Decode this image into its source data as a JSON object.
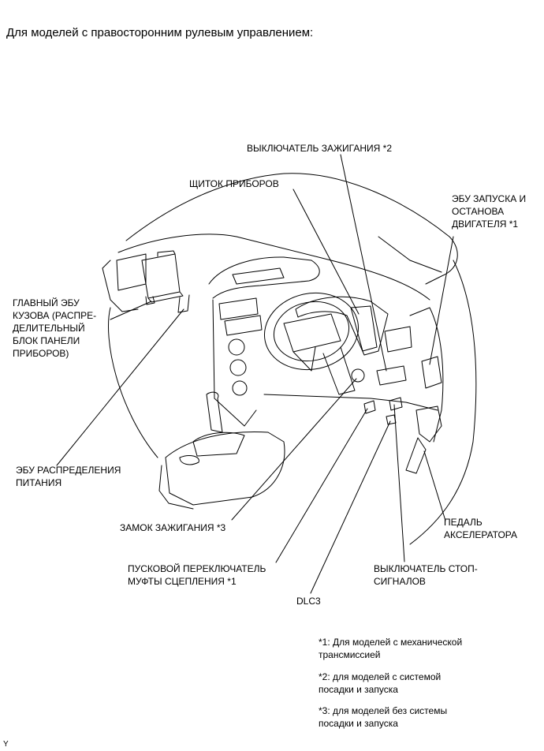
{
  "heading": "Для моделей с правосторонним рулевым управлением:",
  "labels": {
    "ignition_switch_2": "ВЫКЛЮЧАТЕЛЬ ЗАЖИГАНИЯ *2",
    "instrument_cluster": "ЩИТОК ПРИБОРОВ",
    "engine_start_stop_ecu": "ЭБУ ЗАПУСКА И\nОСТАНОВА\nДВИГАТЕЛЯ *1",
    "main_body_ecu": "ГЛАВНЫЙ ЭБУ\nКУЗОВА (РАСПРЕ-\nДЕЛИТЕЛЬНЫЙ\nБЛОК ПАНЕЛИ\nПРИБОРОВ)",
    "power_distribution_ecu": "ЭБУ РАСПРЕДЕЛЕНИЯ\nПИТАНИЯ",
    "ignition_lock": "ЗАМОК ЗАЖИГАНИЯ *3",
    "accelerator_pedal": "ПЕДАЛЬ\nАКСЕЛЕРАТОРА",
    "clutch_start_switch": "ПУСКОВОЙ ПЕРЕКЛЮЧАТЕЛЬ\nМУФТЫ СЦЕПЛЕНИЯ *1",
    "stop_lamp_switch": "ВЫКЛЮЧАТЕЛЬ СТОП-\nСИГНАЛОВ",
    "dlc3": "DLC3"
  },
  "notes": [
    "*1: Для моделей с механической\nтрансмиссией",
    "*2: для моделей с системой\nпосадки и запуска",
    "*3: для моделей без системы\nпосадки и запуска"
  ],
  "corner_mark": "Y"
}
